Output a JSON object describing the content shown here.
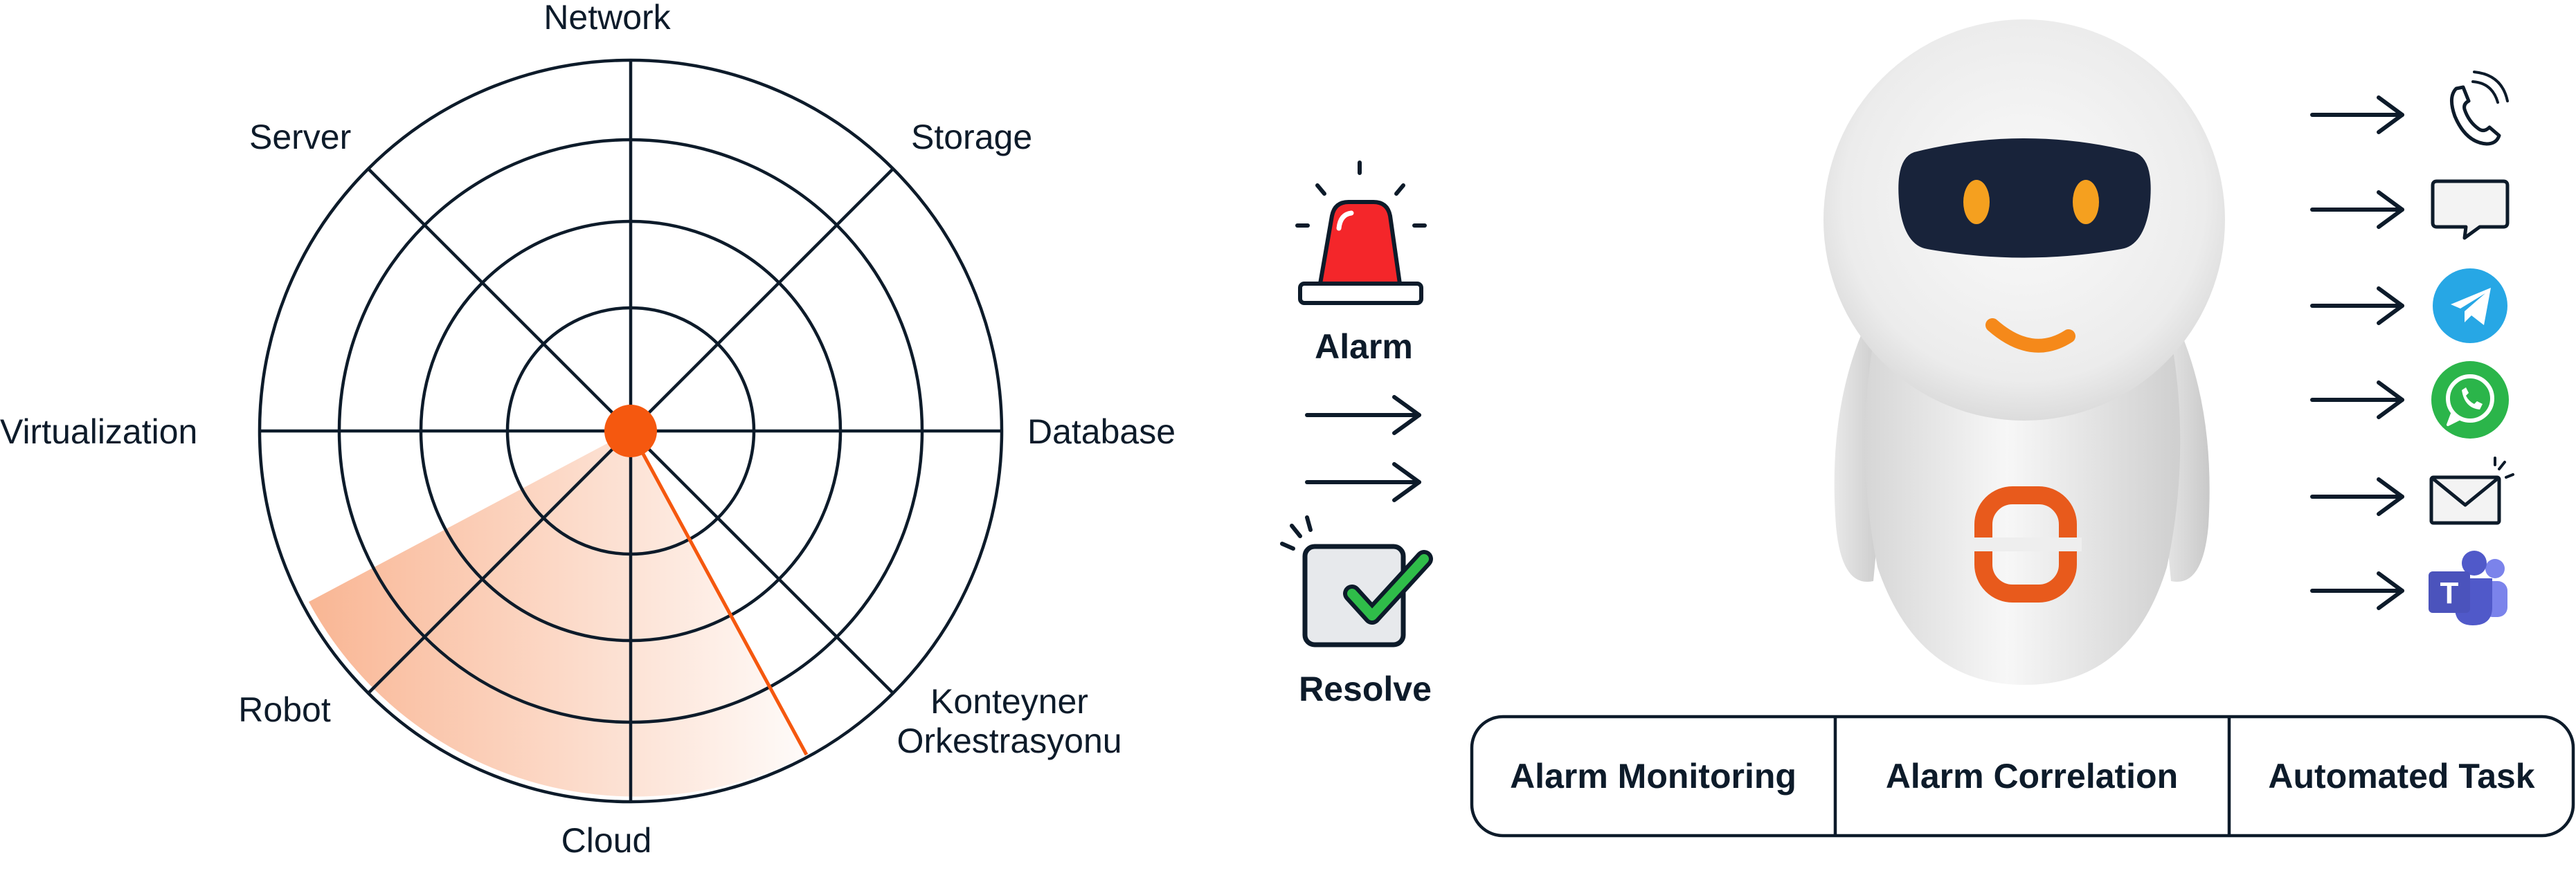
{
  "radar": {
    "labels": {
      "network": "Network",
      "storage": "Storage",
      "database": "Database",
      "container_line1": "Konteyner",
      "container_line2": "Orkestrasyonu",
      "cloud": "Cloud",
      "robot": "Robot",
      "virtualization": "Virtualization",
      "server": "Server"
    },
    "center_color": "#f5580f",
    "sweep_color": "#f47a3c"
  },
  "flow": {
    "alarm_label": "Alarm",
    "resolve_label": "Resolve",
    "siren_color": "#f4262a",
    "check_color": "#2fbd49"
  },
  "bot": {
    "eye_color": "#f5a01f",
    "smile_color": "#f5891a",
    "logo_color": "#e85a1c"
  },
  "stages": [
    "Alarm Monitoring",
    "Alarm Correlation",
    "Automated Task"
  ],
  "channels": [
    {
      "icon": "phone-icon"
    },
    {
      "icon": "chat-bubble-icon"
    },
    {
      "icon": "telegram-icon",
      "color": "#27a7e5"
    },
    {
      "icon": "whatsapp-icon",
      "color": "#2bb54a"
    },
    {
      "icon": "email-icon"
    },
    {
      "icon": "teams-icon",
      "color": "#5558af"
    }
  ]
}
